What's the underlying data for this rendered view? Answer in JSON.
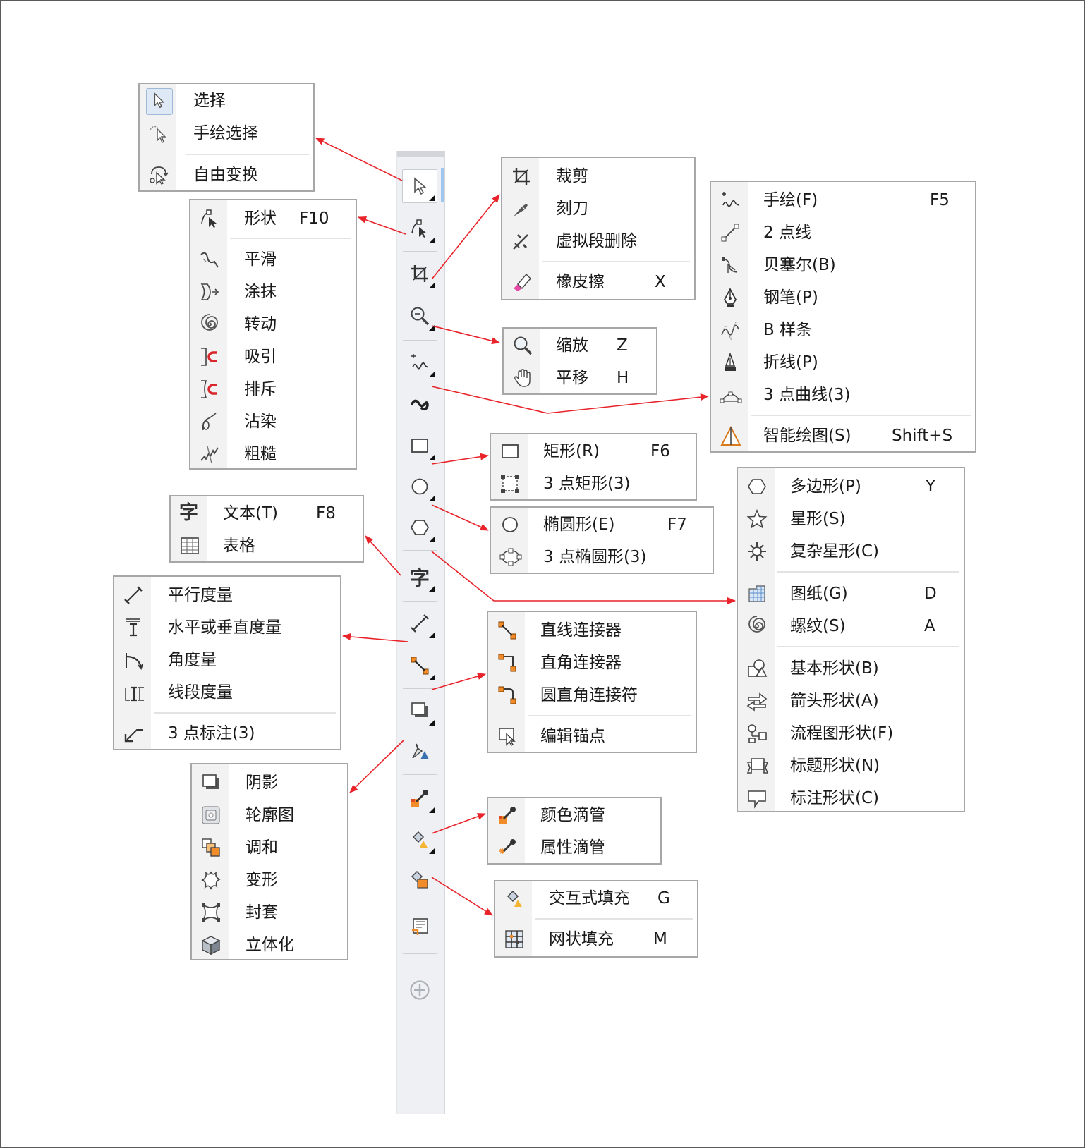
{
  "colors": {
    "arrow": "#e8232a",
    "toolbox_bg": "#eef0f3",
    "menu_border": "#a7a7a7",
    "orange": "#f28c28"
  },
  "toolbox": {
    "tools": [
      {
        "icon": "pick-arrow-icon"
      },
      {
        "icon": "shape-tool-icon"
      },
      {
        "icon": "crop-tool-icon"
      },
      {
        "icon": "zoom-tool-icon"
      },
      {
        "icon": "freehand-tool-icon"
      },
      {
        "icon": "artistic-media-icon"
      },
      {
        "icon": "rectangle-tool-icon"
      },
      {
        "icon": "ellipse-tool-icon"
      },
      {
        "icon": "polygon-tool-icon"
      },
      {
        "icon": "text-tool-icon"
      },
      {
        "icon": "dimension-tool-icon"
      },
      {
        "icon": "connector-tool-icon"
      },
      {
        "icon": "drop-shadow-tool-icon"
      },
      {
        "icon": "transparency-tool-icon"
      },
      {
        "icon": "eyedropper-tool-icon"
      },
      {
        "icon": "fill-tool-icon"
      },
      {
        "icon": "smart-fill-tool-icon"
      },
      {
        "icon": "interactive-frame-icon"
      },
      {
        "icon": "add-tool-icon"
      }
    ]
  },
  "menus": {
    "pick": [
      {
        "label": "选择",
        "icon": "pick-arrow-icon"
      },
      {
        "label": "手绘选择",
        "icon": "freehand-pick-icon"
      },
      {
        "label": "自由变换",
        "icon": "free-transform-icon"
      }
    ],
    "shape": [
      {
        "label": "形状",
        "shortcut": "F10",
        "icon": "shape-tool-icon"
      },
      {
        "label": "平滑",
        "icon": "smooth-icon"
      },
      {
        "label": "涂抹",
        "icon": "smear-icon"
      },
      {
        "label": "转动",
        "icon": "twirl-icon"
      },
      {
        "label": "吸引",
        "icon": "attract-icon"
      },
      {
        "label": "排斥",
        "icon": "repel-icon"
      },
      {
        "label": "沾染",
        "icon": "smudge-icon"
      },
      {
        "label": "粗糙",
        "icon": "roughen-icon"
      }
    ],
    "crop": [
      {
        "label": "裁剪",
        "icon": "crop-tool-icon"
      },
      {
        "label": "刻刀",
        "icon": "knife-icon"
      },
      {
        "label": "虚拟段删除",
        "icon": "virtual-segment-delete-icon"
      },
      {
        "label": "橡皮擦",
        "shortcut": "X",
        "icon": "eraser-icon"
      }
    ],
    "zoom": [
      {
        "label": "缩放",
        "shortcut": "Z",
        "icon": "zoom-tool-icon"
      },
      {
        "label": "平移",
        "shortcut": "H",
        "icon": "pan-hand-icon"
      }
    ],
    "curve": [
      {
        "label": "手绘(F)",
        "shortcut": "F5",
        "icon": "freehand-tool-icon"
      },
      {
        "label": "2 点线",
        "icon": "two-point-line-icon"
      },
      {
        "label": "贝塞尔(B)",
        "icon": "bezier-icon"
      },
      {
        "label": "钢笔(P)",
        "icon": "pen-icon"
      },
      {
        "label": "B 样条",
        "icon": "b-spline-icon"
      },
      {
        "label": "折线(P)",
        "icon": "polyline-icon"
      },
      {
        "label": "3 点曲线(3)",
        "icon": "three-point-curve-icon"
      },
      {
        "label": "智能绘图(S)",
        "shortcut": "Shift+S",
        "icon": "smart-drawing-icon"
      }
    ],
    "rect": [
      {
        "label": "矩形(R)",
        "shortcut": "F6",
        "icon": "rectangle-tool-icon"
      },
      {
        "label": "3 点矩形(3)",
        "icon": "three-point-rectangle-icon"
      }
    ],
    "ellipse": [
      {
        "label": "椭圆形(E)",
        "shortcut": "F7",
        "icon": "ellipse-tool-icon"
      },
      {
        "label": "3 点椭圆形(3)",
        "icon": "three-point-ellipse-icon"
      }
    ],
    "polygon": [
      {
        "label": "多边形(P)",
        "shortcut": "Y",
        "icon": "polygon-tool-icon"
      },
      {
        "label": "星形(S)",
        "icon": "star-icon"
      },
      {
        "label": "复杂星形(C)",
        "icon": "complex-star-icon"
      },
      {
        "label": "图纸(G)",
        "shortcut": "D",
        "icon": "graph-paper-icon"
      },
      {
        "label": "螺纹(S)",
        "shortcut": "A",
        "icon": "spiral-icon"
      },
      {
        "label": "基本形状(B)",
        "icon": "basic-shapes-icon"
      },
      {
        "label": "箭头形状(A)",
        "icon": "arrow-shapes-icon"
      },
      {
        "label": "流程图形状(F)",
        "icon": "flowchart-shapes-icon"
      },
      {
        "label": "标题形状(N)",
        "icon": "banner-shapes-icon"
      },
      {
        "label": "标注形状(C)",
        "icon": "callout-shapes-icon"
      }
    ],
    "text": [
      {
        "label": "文本(T)",
        "shortcut": "F8",
        "icon": "text-tool-icon"
      },
      {
        "label": "表格",
        "icon": "table-icon"
      }
    ],
    "dimension": [
      {
        "label": "平行度量",
        "icon": "parallel-dimension-icon"
      },
      {
        "label": "水平或垂直度量",
        "icon": "horizontal-vertical-dimension-icon"
      },
      {
        "label": "角度量",
        "icon": "angular-dimension-icon"
      },
      {
        "label": "线段度量",
        "icon": "segment-dimension-icon"
      },
      {
        "label": "3 点标注(3)",
        "icon": "three-point-callout-icon"
      }
    ],
    "connector": [
      {
        "label": "直线连接器",
        "icon": "straight-connector-icon"
      },
      {
        "label": "直角连接器",
        "icon": "right-angle-connector-icon"
      },
      {
        "label": "圆直角连接符",
        "icon": "rounded-connector-icon"
      },
      {
        "label": "编辑锚点",
        "icon": "edit-anchor-icon"
      }
    ],
    "effects": [
      {
        "label": "阴影",
        "icon": "drop-shadow-tool-icon"
      },
      {
        "label": "轮廓图",
        "icon": "contour-icon"
      },
      {
        "label": "调和",
        "icon": "blend-icon"
      },
      {
        "label": "变形",
        "icon": "distort-icon"
      },
      {
        "label": "封套",
        "icon": "envelope-icon"
      },
      {
        "label": "立体化",
        "icon": "extrude-icon"
      }
    ],
    "eyedropper": [
      {
        "label": "颜色滴管",
        "icon": "color-eyedropper-icon"
      },
      {
        "label": "属性滴管",
        "icon": "attributes-eyedropper-icon"
      }
    ],
    "fill": [
      {
        "label": "交互式填充",
        "shortcut": "G",
        "icon": "fill-tool-icon"
      },
      {
        "label": "网状填充",
        "shortcut": "M",
        "icon": "mesh-fill-icon"
      }
    ]
  }
}
